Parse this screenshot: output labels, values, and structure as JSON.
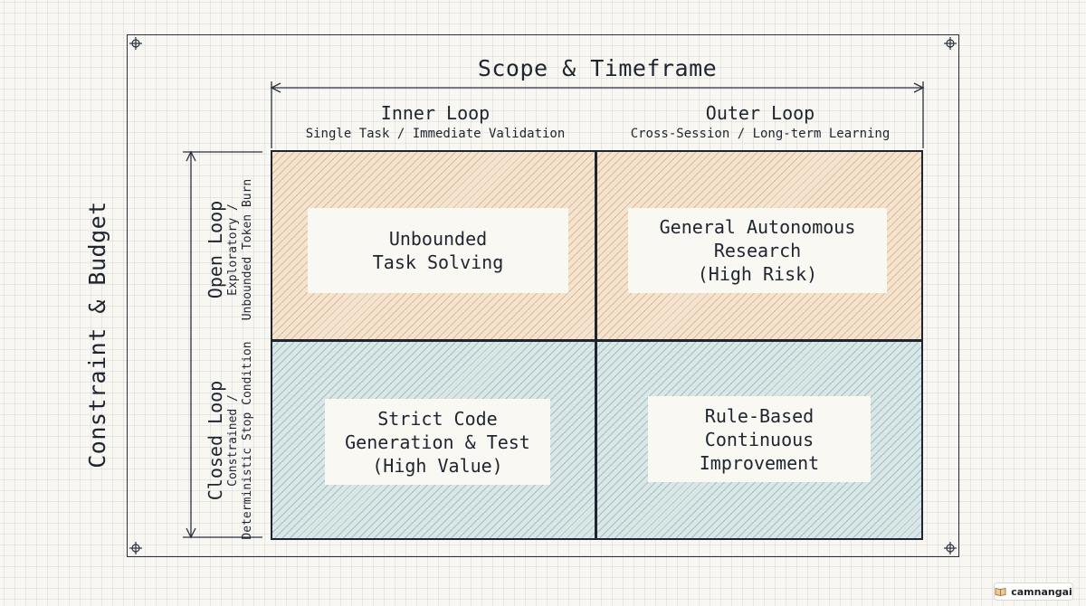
{
  "diagram": {
    "x_axis": {
      "title": "Scope & Timeframe",
      "columns": [
        {
          "title": "Inner Loop",
          "subtitle": "Single Task / Immediate Validation"
        },
        {
          "title": "Outer Loop",
          "subtitle": "Cross-Session / Long-term Learning"
        }
      ]
    },
    "y_axis": {
      "title": "Constraint & Budget",
      "rows": [
        {
          "title": "Open Loop",
          "subtitle_line1": "Exploratory /",
          "subtitle_line2": "Unbounded Token Burn"
        },
        {
          "title": "Closed Loop",
          "subtitle_line1": "Constrained /",
          "subtitle_line2": "Deterministic Stop Condition"
        }
      ]
    },
    "cells": {
      "open_inner": "Unbounded\nTask Solving",
      "open_outer": "General Autonomous\nResearch\n(High Risk)",
      "closed_inner": "Strict Code\nGeneration & Test\n(High Value)",
      "closed_outer": "Rule-Based\nContinuous\nImprovement"
    },
    "colors": {
      "open_loop_fill": "#f3e4d1",
      "closed_loop_fill": "#dbe7e6",
      "line": "#1e2430",
      "background": "#f8f7f2"
    }
  },
  "watermark": {
    "text": "camnangai",
    "icon": "book-icon"
  }
}
